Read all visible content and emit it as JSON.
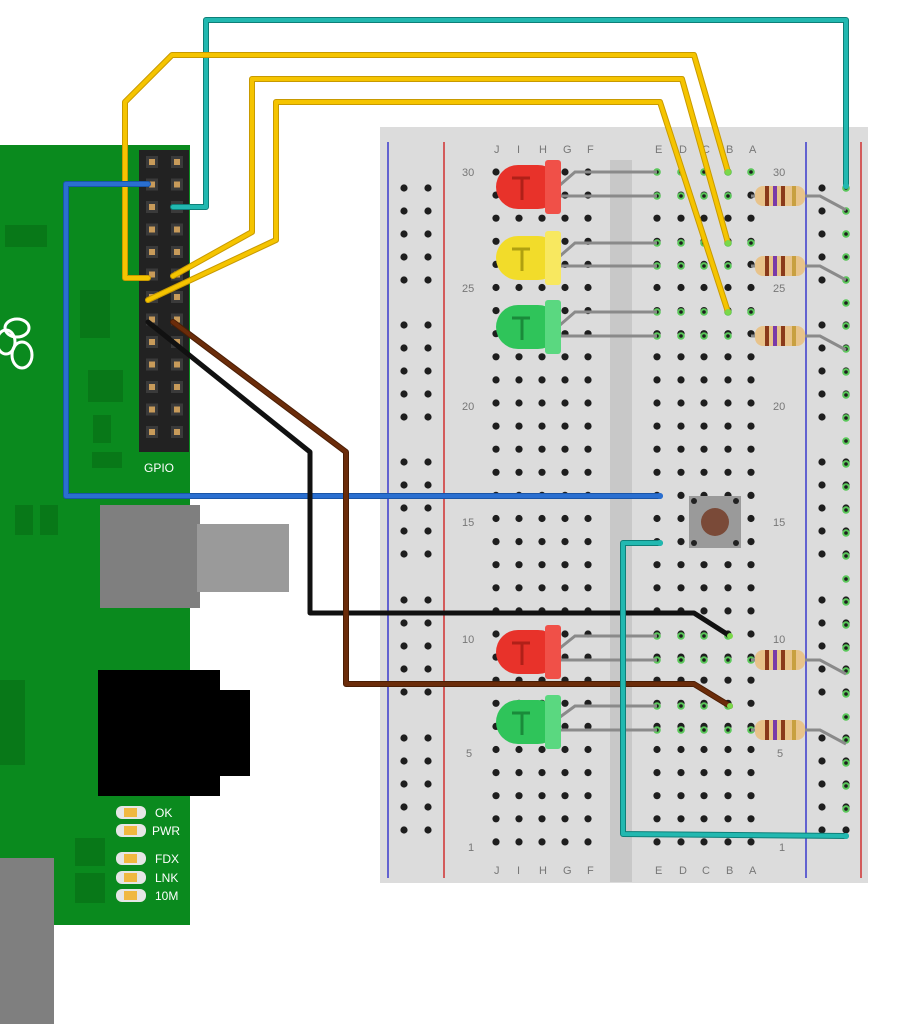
{
  "board": {
    "gpio_label": "GPIO",
    "status_leds": [
      {
        "label": "OK"
      },
      {
        "label": "PWR"
      },
      {
        "label": "FDX"
      },
      {
        "label": "LNK"
      },
      {
        "label": "10M"
      }
    ]
  },
  "breadboard": {
    "letters_left": [
      "J",
      "I",
      "H",
      "G",
      "F"
    ],
    "letters_right": [
      "E",
      "D",
      "C",
      "B",
      "A"
    ],
    "row_numbers": [
      "30",
      "25",
      "20",
      "15",
      "10",
      "5",
      "1"
    ]
  },
  "colors": {
    "board_green": "#0a8a1e",
    "wire_yellow": "#f5c400",
    "wire_teal": "#22b8b0",
    "wire_blue": "#2a6fd0",
    "wire_black": "#111111",
    "wire_brown": "#6b2c0a",
    "led_red": "#e8322a",
    "led_yellow": "#f2dc2a",
    "led_green": "#2fc45a"
  },
  "components": {
    "leds": [
      {
        "color": "red"
      },
      {
        "color": "yellow"
      },
      {
        "color": "green"
      },
      {
        "color": "red"
      },
      {
        "color": "green"
      }
    ],
    "resistor_count": 5,
    "button_count": 1
  }
}
